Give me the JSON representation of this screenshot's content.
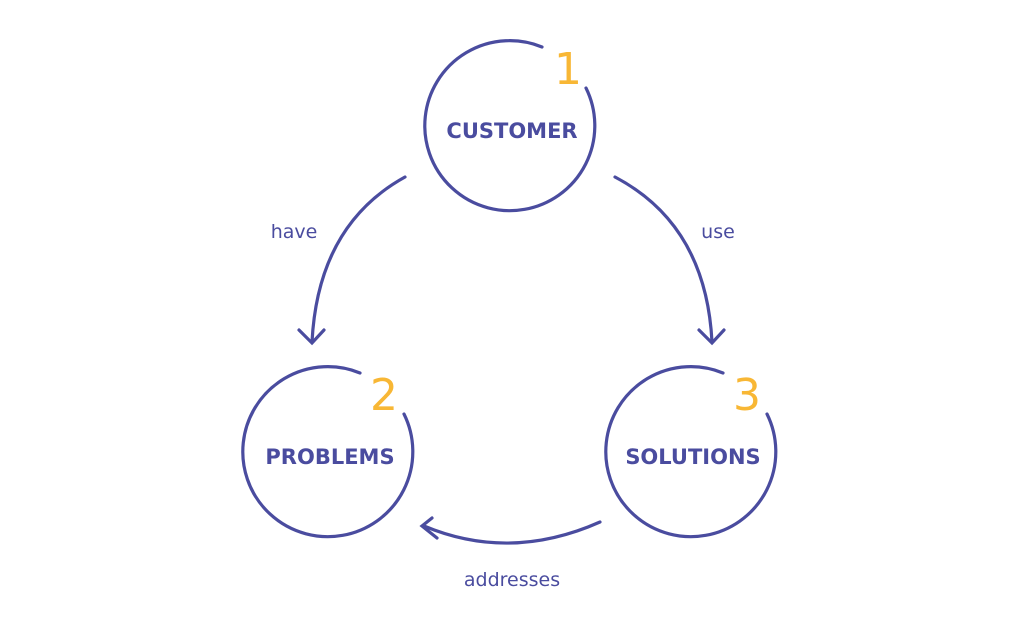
{
  "colors": {
    "primary": "#4a4c9f",
    "accent": "#f8b735",
    "background": "#ffffff"
  },
  "nodes": [
    {
      "number": "1",
      "label": "CUSTOMER"
    },
    {
      "number": "2",
      "label": "PROBLEMS"
    },
    {
      "number": "3",
      "label": "SOLUTIONS"
    }
  ],
  "edges": [
    {
      "label": "have"
    },
    {
      "label": "use"
    },
    {
      "label": "addresses"
    }
  ]
}
